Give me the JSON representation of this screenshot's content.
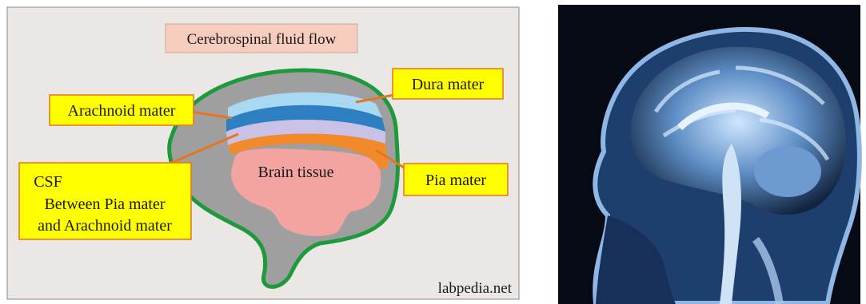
{
  "diagram": {
    "title": "Cerebrospinal fluid flow",
    "labels": {
      "dura": "Dura mater",
      "arachnoid": "Arachnoid mater",
      "pia": "Pia mater",
      "brain": "Brain tissue",
      "csf_line1": "CSF",
      "csf_line2": "Between Pia mater",
      "csf_line3": "and Arachnoid mater"
    },
    "watermark": "labpedia.net",
    "colors": {
      "background": "#eae7e5",
      "head": "#9f9f9f",
      "head_outline": "#1e9a3c",
      "dura": "#a9d8f2",
      "arachnoid": "#2e7ec2",
      "csf": "#c9c2e6",
      "pia": "#f28a2c",
      "brain": "#f3a3a0",
      "label_box": "#ffff00",
      "label_border": "#e6761e",
      "title_box": "#f6cdbd"
    }
  },
  "mri": {
    "description_icon": "mri-sagittal-brain-image"
  }
}
